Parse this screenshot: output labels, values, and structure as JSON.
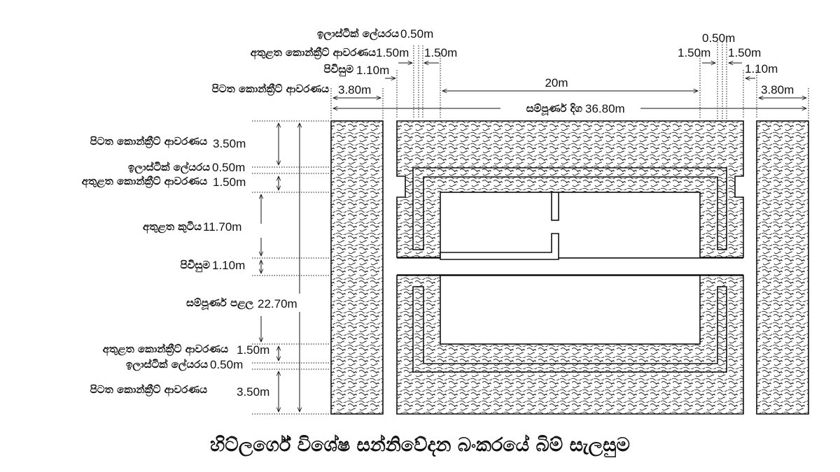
{
  "title": "හිට්ලර්ගේ විශේෂ සන්නිවේදන බංකරයේ බිම් සැලසුම",
  "top_labels": {
    "plastic_layer": "ඉලාස්ටික් ලේයරය",
    "plastic_value": "0.50m",
    "inner_concrete": "අතුළත කොන්ක්‍රීට් ආවරණය",
    "inner_value_left": "1.50m",
    "inner_value_mid": "1.50m",
    "corridor": "පිවිසුම",
    "corridor_value": "1.10m",
    "outer_concrete": "පිටත කොන්ක්‍රීට් ආවරණය",
    "outer_value": "3.80m",
    "room_length": "20m",
    "total_length": "සම්පූර්ණ දිග",
    "total_length_value": "36.80m",
    "right_plastic_value": "0.50m",
    "right_inner_value_a": "1.50m",
    "right_inner_value_b": "1.50m",
    "right_corridor_value": "1.10m",
    "right_outer_value": "3.80m"
  },
  "left_labels": {
    "outer_concrete": "පිටත කොන්ක්‍රීට් ආවරණය",
    "outer_value": "3.50m",
    "plastic_layer": "ඉලාස්ටික් ලේයරය",
    "plastic_value": "0.50m",
    "inner_concrete": "අතුළත කොන්ක්‍රීට් ආවරණය",
    "inner_value": "1.50m",
    "inner_room": "අතුළත කුටිය",
    "inner_room_value": "11.70m",
    "corridor": "පිවිසුම",
    "corridor_value": "1.10m",
    "total_width": "සම්පූර්ණ පළල",
    "total_width_value": "22.70m",
    "inner_concrete_b": "අතුළත කොන්ක්‍රීට් ආවරණය",
    "inner_value_b": "1.50m",
    "plastic_layer_b": "ඉලාස්ටික් ලේයරය",
    "plastic_value_b": "0.50m",
    "outer_concrete_b": "පිටත කොන්ක්‍රීට් ආවරණය",
    "outer_value_b": "3.50m"
  }
}
